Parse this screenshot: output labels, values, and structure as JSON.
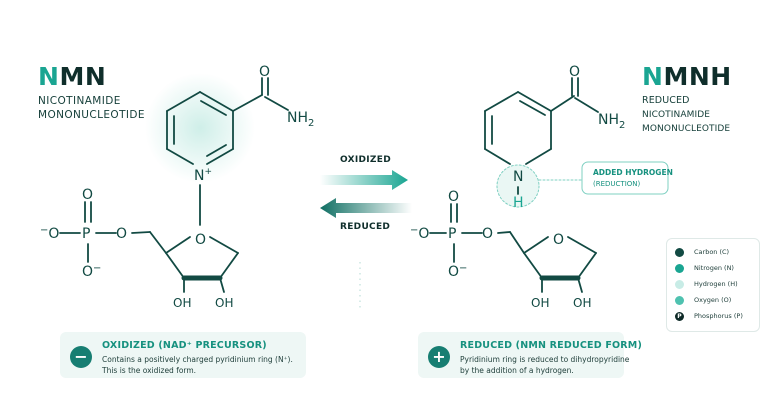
{
  "nmn": {
    "title_accent": "N",
    "title_rest": "MN",
    "subtitle_line1": "NICOTINAMIDE",
    "subtitle_line2": "MONONUCLEOTIDE"
  },
  "nmnh": {
    "title_accent": "N",
    "title_rest": "MNH",
    "subtitle_line1": "REDUCED",
    "subtitle_line2": "NICOTINAMIDE MONONUCLEOTIDE"
  },
  "atoms": {
    "o": "O",
    "nh2": "NH",
    "nh2_sub": "2",
    "n_plus": "N",
    "plus": "+",
    "n": "N",
    "h": "H",
    "p": "P",
    "o_minus": "O",
    "minus": "−",
    "oh": "OH"
  },
  "arrows": {
    "forward_label": "OXIDIZED",
    "reverse_label": "REDUCED"
  },
  "callout": {
    "line1": "ADDED HYDROGEN",
    "line2": "(REDUCTION)"
  },
  "legend": {
    "items": [
      {
        "label": "Carbon (C)",
        "color": "#124a43"
      },
      {
        "label": "Nitrogen (N)",
        "color": "#1aa592"
      },
      {
        "label": "Hydrogen (H)",
        "color": "#c8ece6"
      },
      {
        "label": "Oxygen (O)",
        "color": "#4fc2b0"
      },
      {
        "label": "Phosphorus (P)",
        "color": "#0e2a27",
        "symbol": "P"
      }
    ]
  },
  "cards": {
    "oxidized": {
      "icon": "−",
      "title": "OXIDIZED (NAD⁺ PRECURSOR)",
      "desc_line1": "Contains a positively charged pyridinium ring (N⁺).",
      "desc_line2": "This is the oxidized form."
    },
    "reduced": {
      "icon": "+",
      "title": "REDUCED (NMN REDUCED FORM)",
      "desc_line1": "Pyridinium ring is reduced to dihydropyridine",
      "desc_line2": "by the addition of a hydrogen."
    }
  },
  "colors": {
    "accent": "#1aa592",
    "bond": "#124a43",
    "dark": "#0f2e2b"
  }
}
